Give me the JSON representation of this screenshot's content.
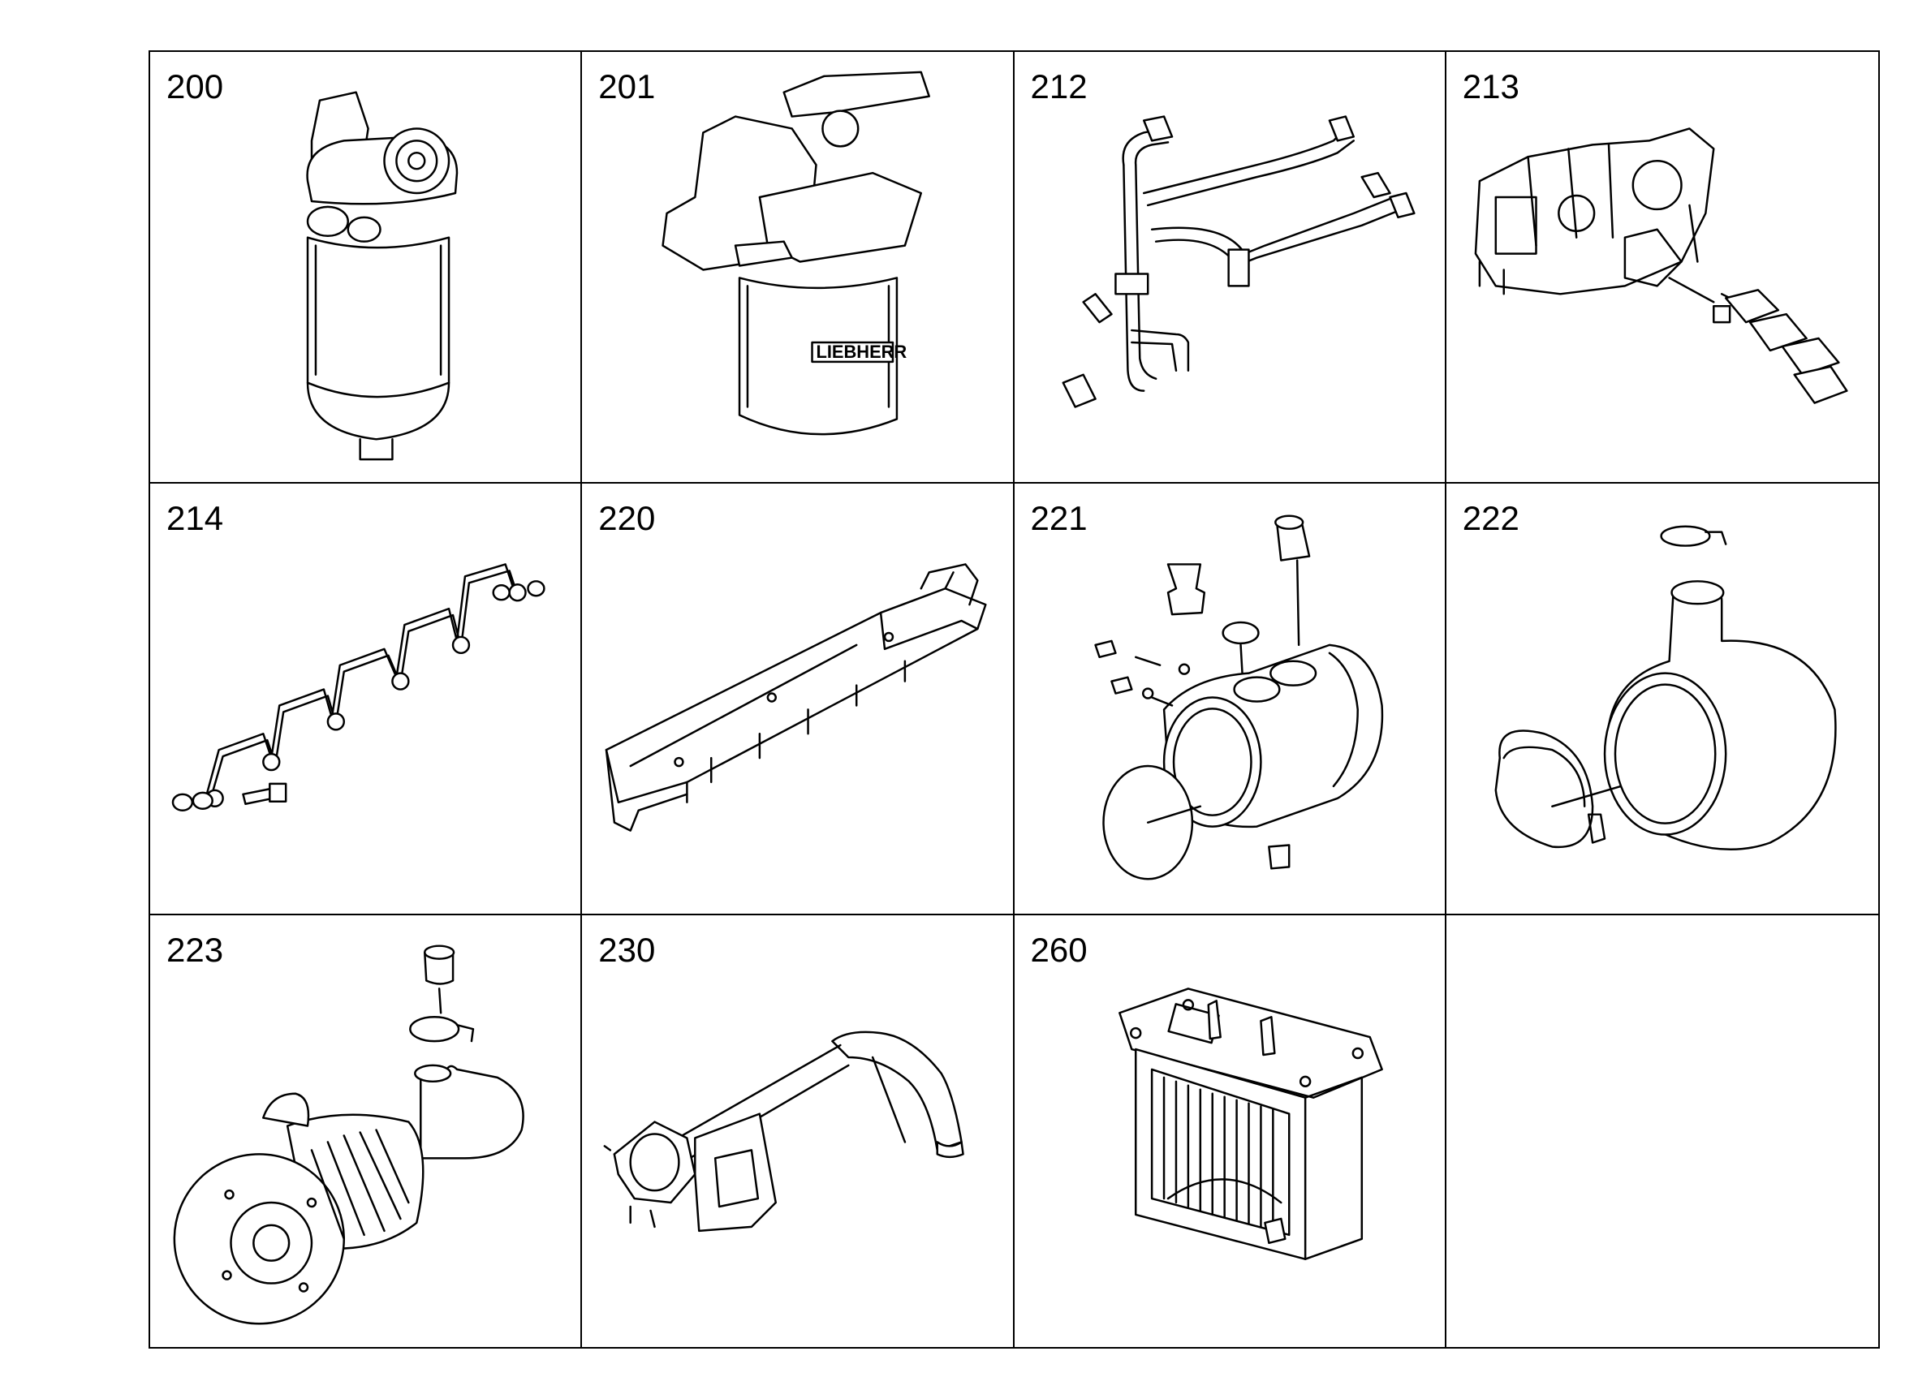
{
  "cells": [
    {
      "number": "200",
      "icon": "fuel-filter-assembly-icon"
    },
    {
      "number": "201",
      "icon": "fuel-filter-with-fittings-icon"
    },
    {
      "number": "212",
      "icon": "fuel-lines-icon"
    },
    {
      "number": "213",
      "icon": "injection-pump-fittings-icon"
    },
    {
      "number": "214",
      "icon": "injection-lines-icon"
    },
    {
      "number": "220",
      "icon": "intake-manifold-icon"
    },
    {
      "number": "221",
      "icon": "intake-pipe-icon"
    },
    {
      "number": "222",
      "icon": "intake-elbow-icon"
    },
    {
      "number": "223",
      "icon": "turbocharger-icon"
    },
    {
      "number": "230",
      "icon": "exhaust-pipe-icon"
    },
    {
      "number": "260",
      "icon": "oil-cooler-icon"
    },
    {
      "number": "",
      "icon": ""
    }
  ],
  "labels": {
    "filter_brand": "LIEBHERR"
  }
}
